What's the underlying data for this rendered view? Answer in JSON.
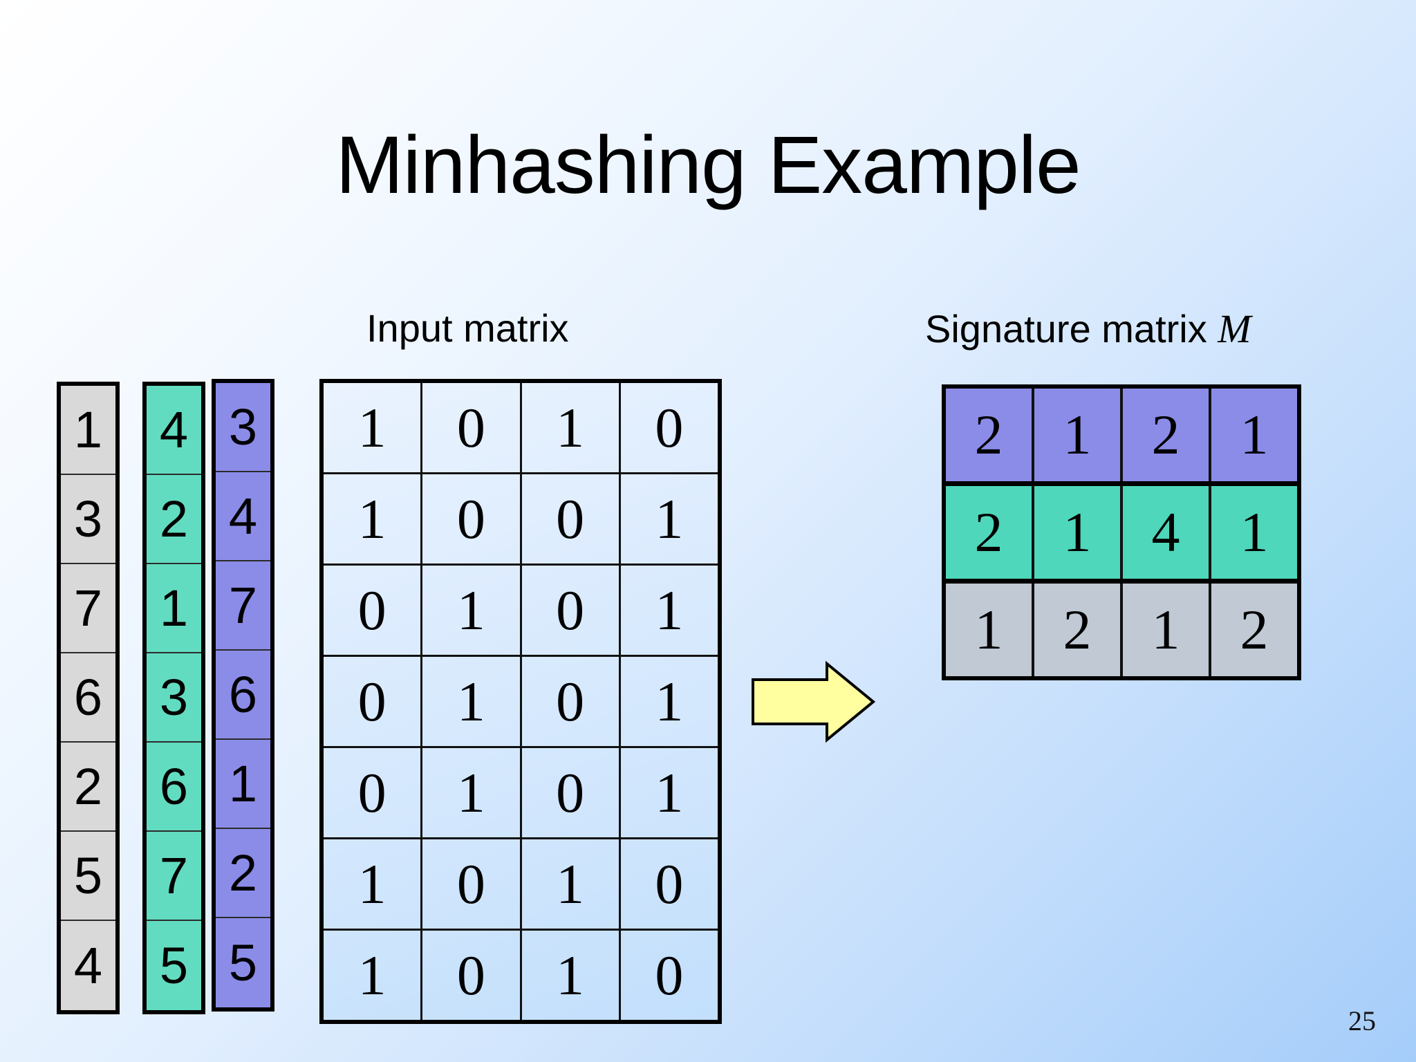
{
  "slide": {
    "title": "Minhashing Example",
    "page_number": "25",
    "background_from": "#ffffff",
    "background_to": "#a5cdfa"
  },
  "captions": {
    "input_matrix": "Input matrix",
    "signature_matrix": "Signature matrix ",
    "signature_matrix_var": "M"
  },
  "permutations": [
    {
      "name": "permutation-gray",
      "color": "#d9d9d9",
      "values": [
        "1",
        "3",
        "7",
        "6",
        "2",
        "5",
        "4"
      ]
    },
    {
      "name": "permutation-teal",
      "color": "#62dcc0",
      "values": [
        "4",
        "2",
        "1",
        "3",
        "6",
        "7",
        "5"
      ]
    },
    {
      "name": "permutation-purple",
      "color": "#8b8ce8",
      "values": [
        "3",
        "4",
        "7",
        "6",
        "1",
        "2",
        "5"
      ]
    }
  ],
  "input_matrix": {
    "rows": [
      [
        "1",
        "0",
        "1",
        "0"
      ],
      [
        "1",
        "0",
        "0",
        "1"
      ],
      [
        "0",
        "1",
        "0",
        "1"
      ],
      [
        "0",
        "1",
        "0",
        "1"
      ],
      [
        "0",
        "1",
        "0",
        "1"
      ],
      [
        "1",
        "0",
        "1",
        "0"
      ],
      [
        "1",
        "0",
        "1",
        "0"
      ]
    ]
  },
  "signature_matrix": {
    "rows": [
      {
        "color": "#8b8ce8",
        "values": [
          "2",
          "1",
          "2",
          "1"
        ]
      },
      {
        "color": "#4ed7ba",
        "values": [
          "2",
          "1",
          "4",
          "1"
        ]
      },
      {
        "color": "#c0c9d4",
        "values": [
          "1",
          "2",
          "1",
          "2"
        ]
      }
    ]
  },
  "arrow": {
    "name": "right-arrow-icon",
    "fill": "#ffffa0",
    "stroke": "#000000"
  }
}
